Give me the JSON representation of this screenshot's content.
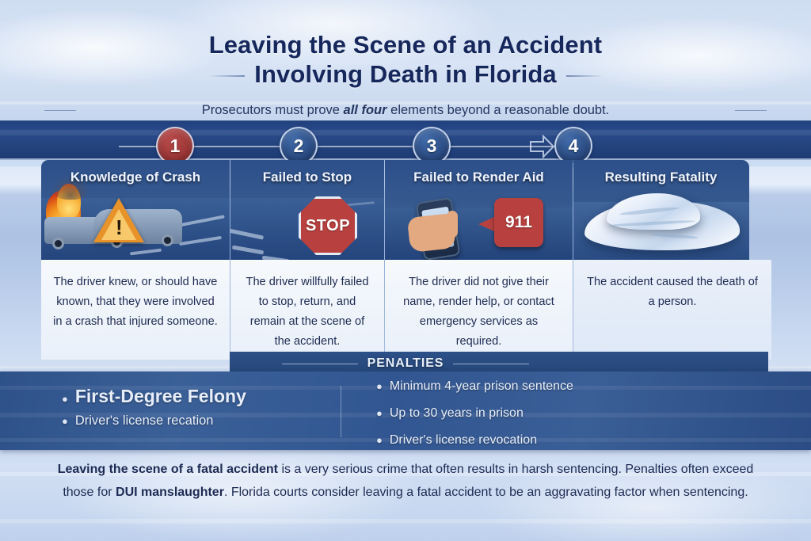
{
  "header": {
    "title_line1": "Leaving the Scene of an Accident",
    "title_line2": "Involving Death in Florida",
    "subtitle_pre": "Prosecutors must prove ",
    "subtitle_em": "all four",
    "subtitle_post": " elements beyond a reasonable doubt."
  },
  "steps": [
    {
      "number": "1",
      "color": "#9b3434"
    },
    {
      "number": "2",
      "color": "#27477f"
    },
    {
      "number": "3",
      "color": "#27477f"
    },
    {
      "number": "4",
      "color": "#27477f"
    }
  ],
  "cards": [
    {
      "title": "Knowledge of Crash",
      "body": "The driver knew, or should have known, that they were involved in a crash that injured someone.",
      "icon": "burning-car-warning-triangle-illustration"
    },
    {
      "title": "Failed to Stop",
      "body": "The driver willfully failed to stop, return, and remain at the scene of the accident.",
      "icon": "stop-sign-illustration",
      "sign_label": "STOP"
    },
    {
      "title": "Failed to Render Aid",
      "body": "The driver did not give their name, render help, or contact emergency services as required.",
      "icon": "hand-phone-911-illustration",
      "bubble_label": "911"
    },
    {
      "title": "Resulting Fatality",
      "body": "The accident caused the death of a person.",
      "icon": "covered-body-sheet-illustration"
    }
  ],
  "penalties": {
    "heading": "PENALTIES",
    "left": [
      {
        "text": "First-Degree Felony",
        "emphasis": "large"
      },
      {
        "text": "Driver's license recation",
        "emphasis": "small"
      }
    ],
    "right": [
      "Minimum 4-year prison sentence",
      "Up to 30 years in prison",
      "Driver's license revocation"
    ]
  },
  "footer": {
    "bold_lead": "Leaving the scene of a fatal accident",
    "rest": " is a very serious crime that often results in harsh sentencing.  Penalties often exceed those for ",
    "bold_mid": "DUI manslaughter",
    "tail": ". Florida courts consider leaving a fatal accident to be an aggravating factor when sentencing."
  },
  "colors": {
    "accent_red": "#9b3434",
    "accent_blue": "#27477f",
    "band_blue": "#24447f",
    "title_navy": "#16275c"
  }
}
